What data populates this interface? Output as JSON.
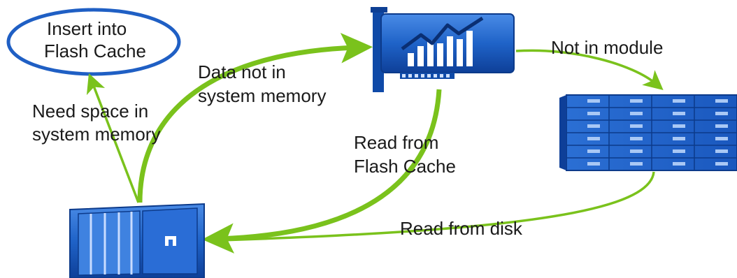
{
  "labels": {
    "insert_line1": "Insert into",
    "insert_line2": "Flash Cache",
    "data_not_in_line1": "Data not in",
    "data_not_in_line2": "system memory",
    "need_space_line1": "Need space in",
    "need_space_line2": "system memory",
    "not_in_module": "Not in module",
    "read_flash_line1": "Read from",
    "read_flash_line2": "Flash Cache",
    "read_disk": "Read from disk"
  },
  "icons": {
    "controller": "storage-controller-icon",
    "flash_card": "flash-cache-card-icon",
    "disk_shelf": "disk-shelf-icon"
  },
  "colors": {
    "arrow_green": "#7ac21c",
    "device_blue": "#1b63c6",
    "device_dark": "#0d3f94",
    "ellipse_stroke": "#1f5fc4"
  }
}
